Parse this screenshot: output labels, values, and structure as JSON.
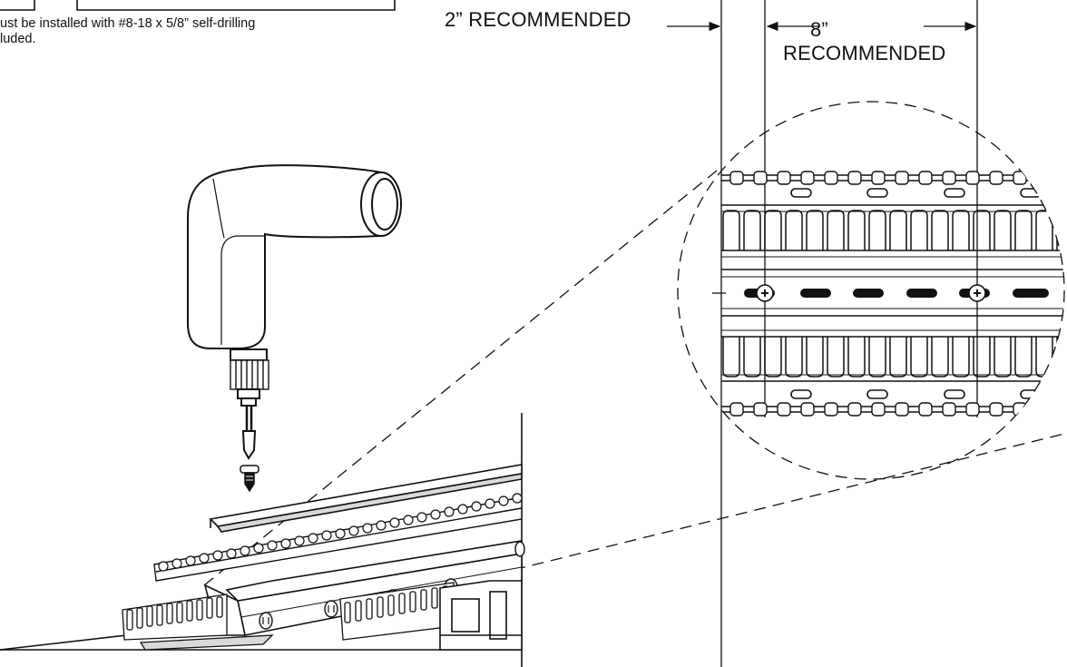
{
  "note": {
    "line1": "ust be installed with #8-18 x 5/8” self-drilling",
    "line2": "luded."
  },
  "dimensions": {
    "left_label": "2” RECOMMENDED",
    "right_value": "8”",
    "right_label": "RECOMMENDED"
  },
  "colors": {
    "ink": "#111111",
    "paper": "#ffffff",
    "shade": "#d9d9d9"
  },
  "icons": [
    "screwdriver-icon",
    "screw-icon"
  ]
}
